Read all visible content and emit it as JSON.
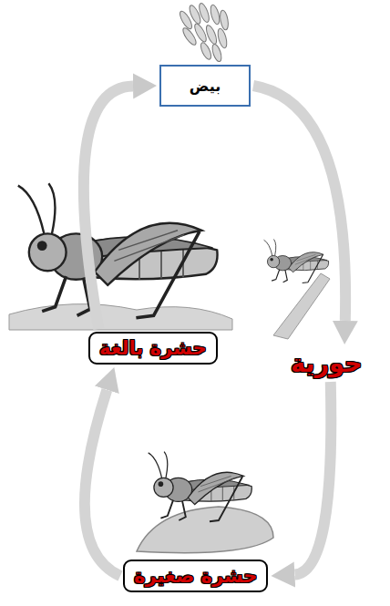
{
  "diagram": {
    "nodes": [
      {
        "text": [
          "بيض"
        ]
      },
      {
        "text": [
          "حورية"
        ]
      },
      {
        "text": [
          "حشرة صغيرة"
        ]
      },
      {
        "text": [
          "حشرة بالغة"
        ]
      }
    ],
    "edges": [
      {
        "from": 0,
        "to": 1,
        "arrow": "to"
      },
      {
        "from": 1,
        "to": 2,
        "arrow": "to"
      },
      {
        "from": 2,
        "to": 3,
        "arrow": "to"
      },
      {
        "from": 3,
        "to": 0,
        "arrow": "to"
      }
    ]
  }
}
